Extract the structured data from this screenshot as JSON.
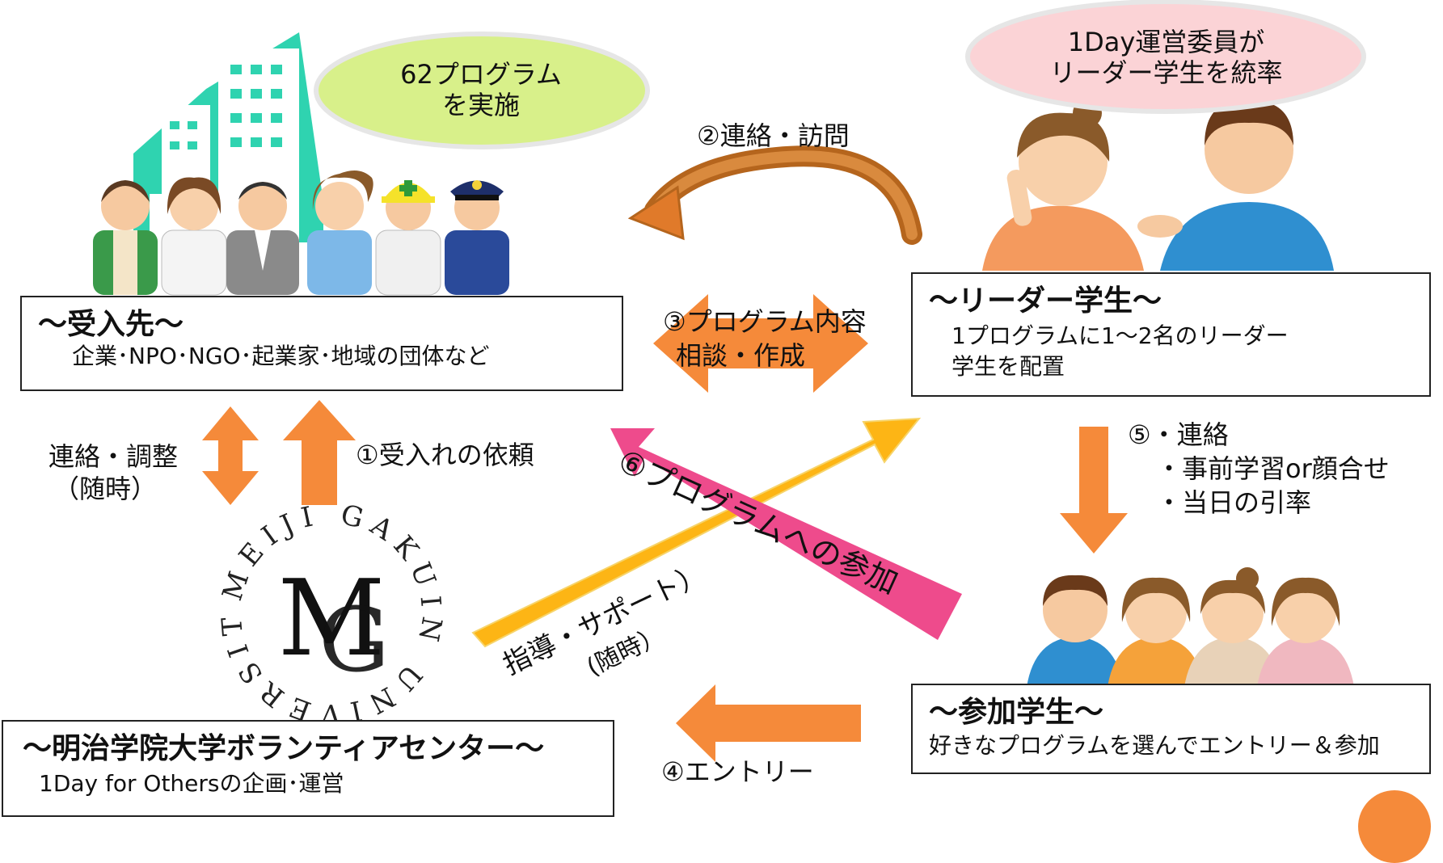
{
  "bubbles": {
    "host_count_line1": "62プログラム",
    "host_count_line2": "を実施",
    "committee_line1": "1Day運営委員が",
    "committee_line2": "リーダー学生を統率"
  },
  "boxes": {
    "host": {
      "title": "～受入先～",
      "sub": "企業･NPO･NGO･起業家･地域の団体など"
    },
    "leader": {
      "title": "～リーダー学生～",
      "sub1": "1プログラムに1～2名のリーダー",
      "sub2": "学生を配置"
    },
    "participant": {
      "title": "～参加学生～",
      "sub": "好きなプログラムを選んでエントリー＆参加"
    },
    "center": {
      "title": "～明治学院大学ボランティアセンター～",
      "sub": "1Day for Othersの企画･運営"
    }
  },
  "steps": {
    "s2": "②連絡・訪問",
    "s3_line1": "③プログラム内容",
    "s3_line2": "相談・作成",
    "s1": "①受入れの依頼",
    "liaison_line1": "連絡・調整",
    "liaison_line2": "（随時）",
    "s5_line1": "⑤・連絡",
    "s5_line2": "・事前学習or顔合せ",
    "s5_line3": "・当日の引率",
    "s4": "④エントリー",
    "s6": "⑥プログラムへの参加",
    "guidance_line1": "指導・サポート）",
    "guidance_line2": "(随時）"
  },
  "logo": {
    "ring_text": "MEIJI GAKUIN UNIVERSITY",
    "monogram": "MG"
  },
  "colors": {
    "arrow_orange": "#F58A3A",
    "arrow_brown": "#B5651D",
    "arrow_yellow": "#FDB515",
    "arrow_pink": "#EE4B8C",
    "bubble_green": "#D8F08A",
    "bubble_pink": "#FBD3D6",
    "building_teal": "#2FD3B0"
  }
}
